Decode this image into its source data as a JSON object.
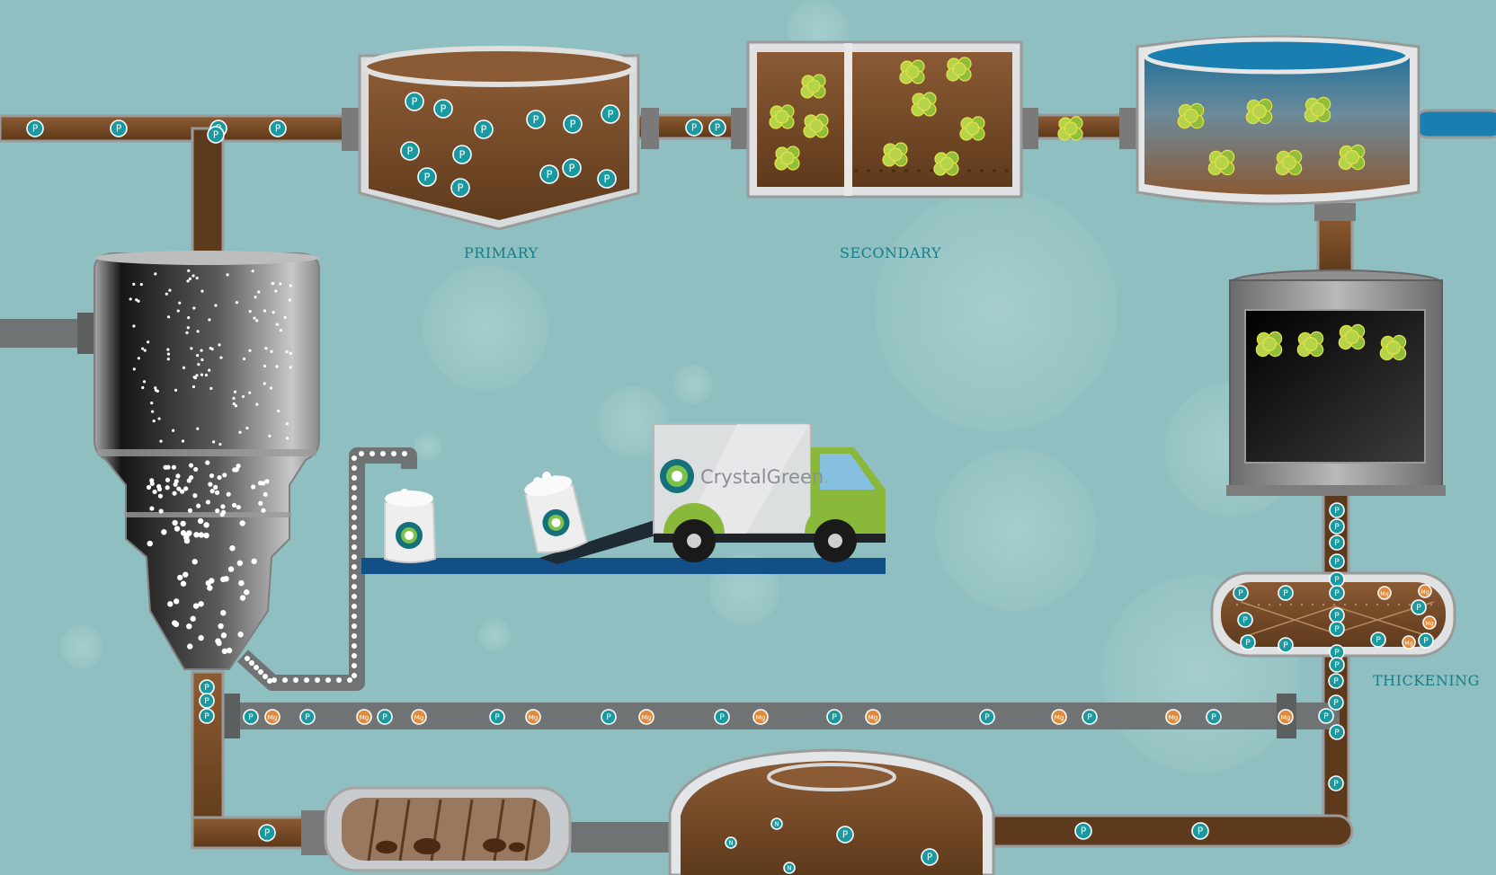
{
  "labels": {
    "primary": "PRIMARY",
    "secondary": "SECONDARY",
    "thickening": "THICKENING"
  },
  "truck": {
    "brand": "CrystalGreen",
    "brand_suffix": "."
  },
  "markers": {
    "phosphorus": "P",
    "magnesium": "Mg",
    "nitrogen": "N"
  },
  "icons": {
    "phosphorus": "phosphorus-ion-icon",
    "magnesium": "magnesium-ion-icon",
    "nitrogen": "nitrogen-ion-icon",
    "biomass": "biomass-floc-icon",
    "crystal": "struvite-pellet-icon",
    "logo": "crystalgreen-logo-icon"
  },
  "colors": {
    "background": "#8fbfc0",
    "sludge": "#7a4a26",
    "pipe_gray": "#707374",
    "water_blue": "#1a7fb0",
    "phosphorus": "#1a9aa0",
    "magnesium": "#e08a3a",
    "truck_green": "#8ab83a",
    "label": "#157f86"
  }
}
